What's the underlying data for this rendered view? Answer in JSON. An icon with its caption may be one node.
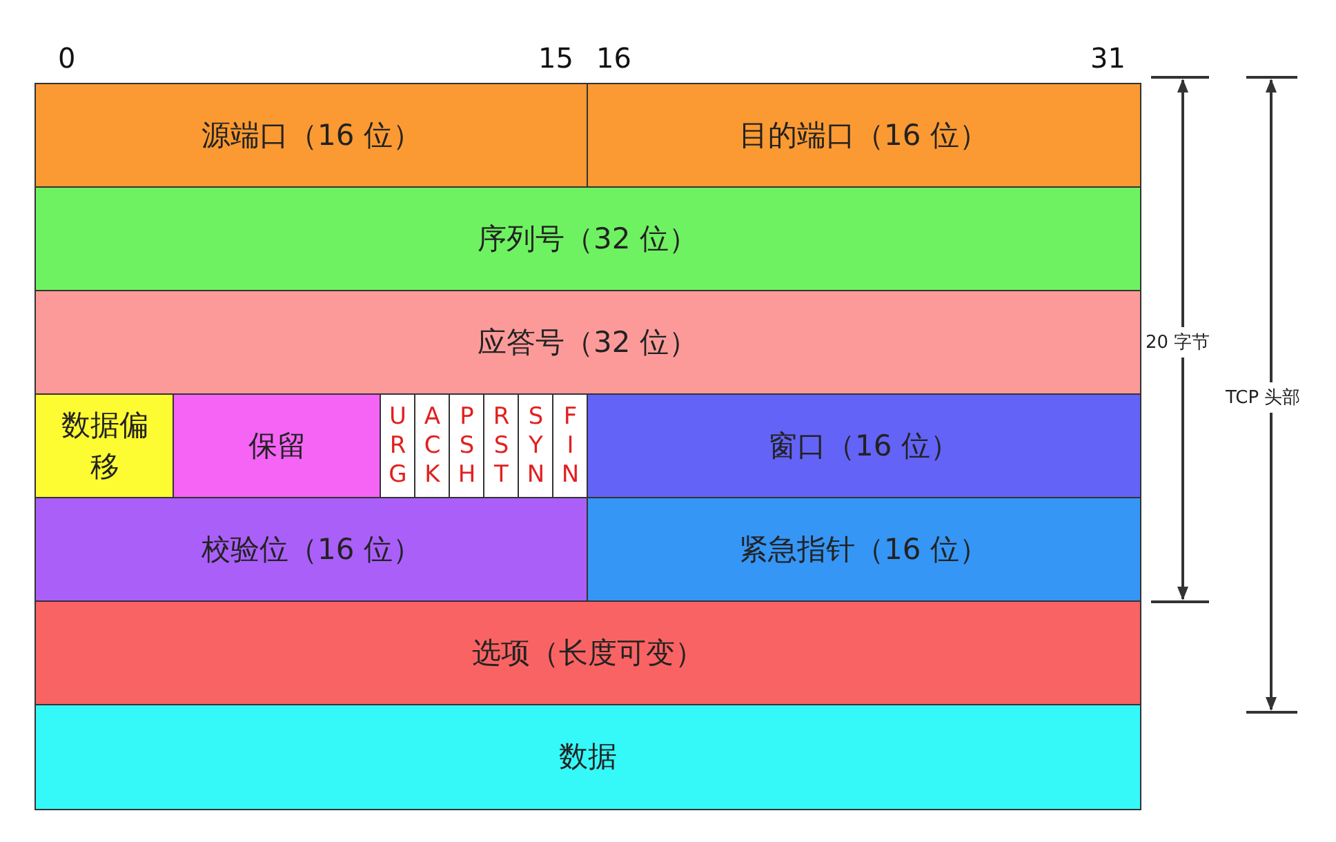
{
  "diagram": {
    "nodes": [
      {
        "text": [
          "源端口（16 位）"
        ]
      },
      {
        "text": [
          "目的端口（16 位）"
        ]
      },
      {
        "text": [
          "序列号（32 位）"
        ]
      },
      {
        "text": [
          "应答号（32 位）"
        ]
      },
      {
        "text": [
          "数据偏移"
        ]
      },
      {
        "text": [
          "保留"
        ]
      },
      {
        "text": [
          "URG"
        ]
      },
      {
        "text": [
          "ACK"
        ]
      },
      {
        "text": [
          "PSH"
        ]
      },
      {
        "text": [
          "RST"
        ]
      },
      {
        "text": [
          "SYN"
        ]
      },
      {
        "text": [
          "FIN"
        ]
      },
      {
        "text": [
          "窗口（16 位）"
        ]
      },
      {
        "text": [
          "校验位（16 位）"
        ]
      },
      {
        "text": [
          "紧急指针（16 位）"
        ]
      },
      {
        "text": [
          "选项（长度可变）"
        ]
      },
      {
        "text": [
          "数据"
        ]
      }
    ],
    "labels": [
      "0",
      "15",
      "16",
      "31",
      "20 字节",
      "TCP 头部"
    ]
  }
}
